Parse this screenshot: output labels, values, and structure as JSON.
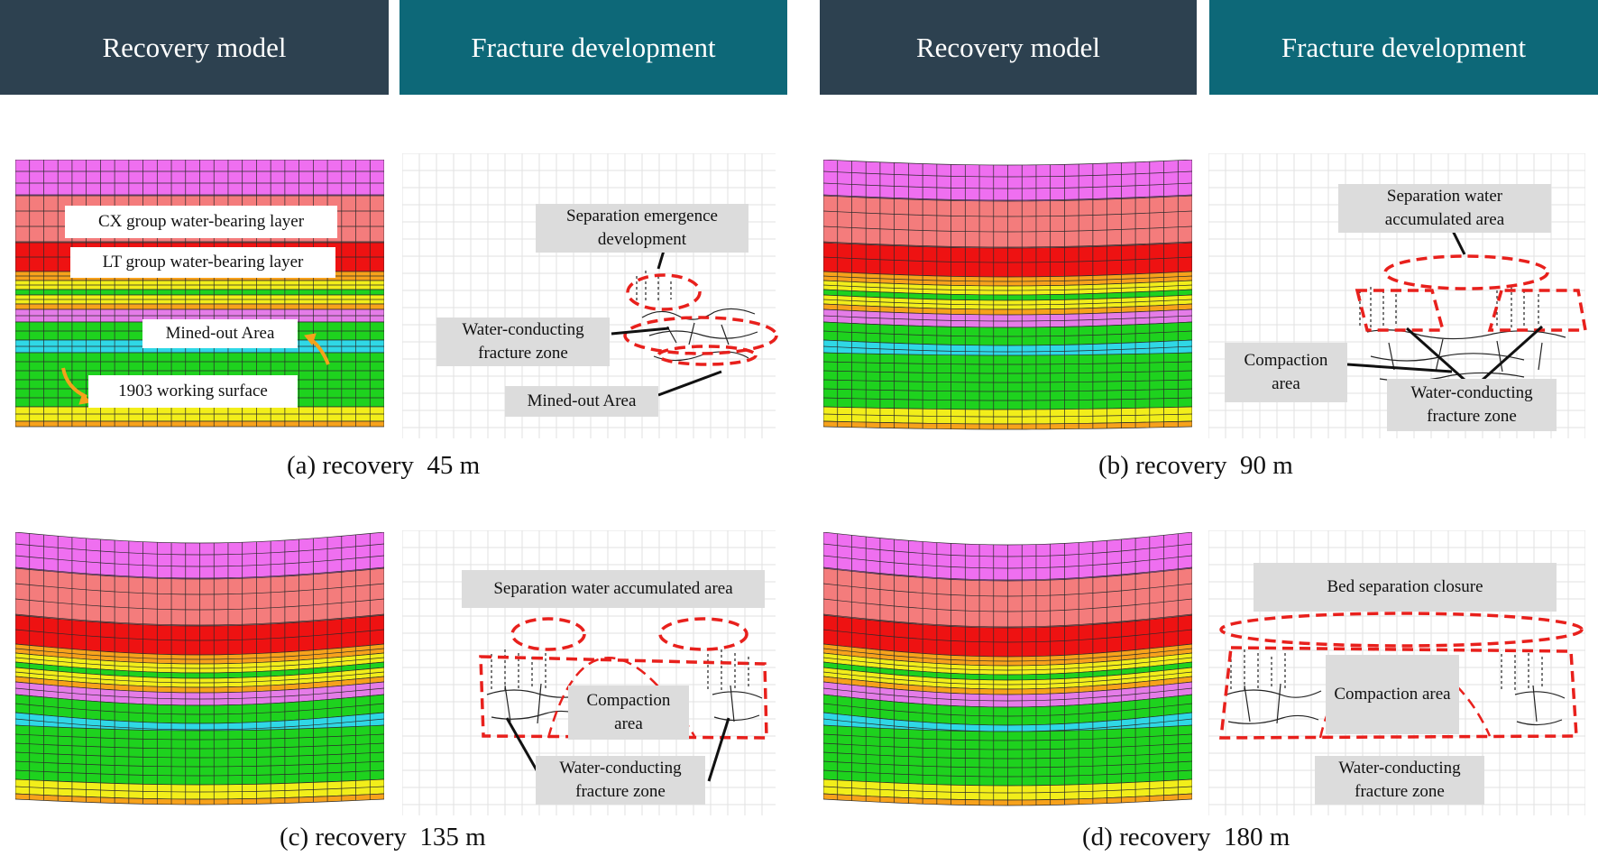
{
  "headers": [
    {
      "label": "Recovery model"
    },
    {
      "label": "Fracture development"
    },
    {
      "label": "Recovery model"
    },
    {
      "label": "Fracture development"
    }
  ],
  "panels": {
    "a": {
      "caption": "(a) recovery  45 m",
      "model_labels": {
        "cx": "CX group water-bearing layer",
        "lt": "LT group water-bearing layer",
        "mined": "Mined-out Area",
        "working": "1903 working surface"
      },
      "fracture_labels": {
        "sep": "Separation emergence development",
        "wc": "Water-conducting fracture zone",
        "mined": "Mined-out Area"
      }
    },
    "b": {
      "caption": "(b) recovery  90 m",
      "fracture_labels": {
        "sep": "Separation water accumulated area",
        "comp": "Compaction area",
        "wc": "Water-conducting fracture zone"
      }
    },
    "c": {
      "caption": "(c) recovery  135 m",
      "fracture_labels": {
        "sep": "Separation water accumulated area",
        "comp": "Compaction area",
        "wc": "Water-conducting fracture zone"
      }
    },
    "d": {
      "caption": "(d) recovery  180 m",
      "fracture_labels": {
        "sep": "Bed separation closure",
        "comp": "Compaction area",
        "wc": "Water-conducting fracture zone"
      }
    }
  },
  "colors": {
    "header_dark": "#2d4150",
    "header_teal": "#0d6878",
    "magenta": "#ef6ff0",
    "salmon": "#f47c7c",
    "red": "#ee1212",
    "orange": "#f7a21b",
    "yellow": "#f2ee1a",
    "purple": "#e57ce8",
    "green": "#1ed21e",
    "cyan": "#2fd8e6",
    "annotation": "#e8201c"
  }
}
